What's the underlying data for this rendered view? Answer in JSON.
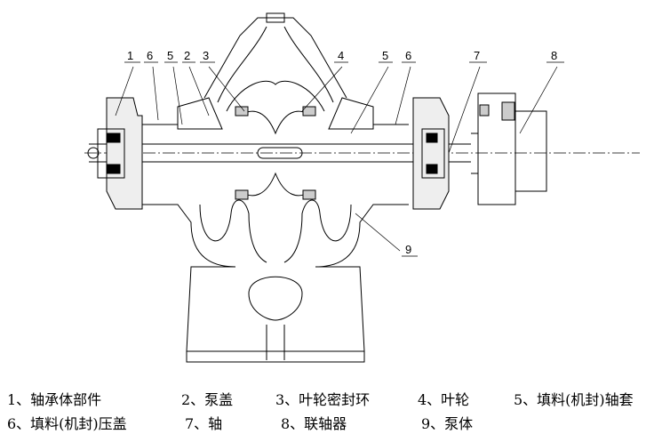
{
  "callouts": [
    "1",
    "6",
    "5",
    "2",
    "3",
    "4",
    "5",
    "6",
    "7",
    "8",
    "9"
  ],
  "legend": [
    "1、轴承体部件",
    "2、泵盖",
    "3、叶轮密封环",
    "4、叶轮",
    "5、填料(机封)轴套",
    "6、填料(机封)压盖",
    "7、轴",
    "8、联轴器",
    "9、泵体"
  ]
}
